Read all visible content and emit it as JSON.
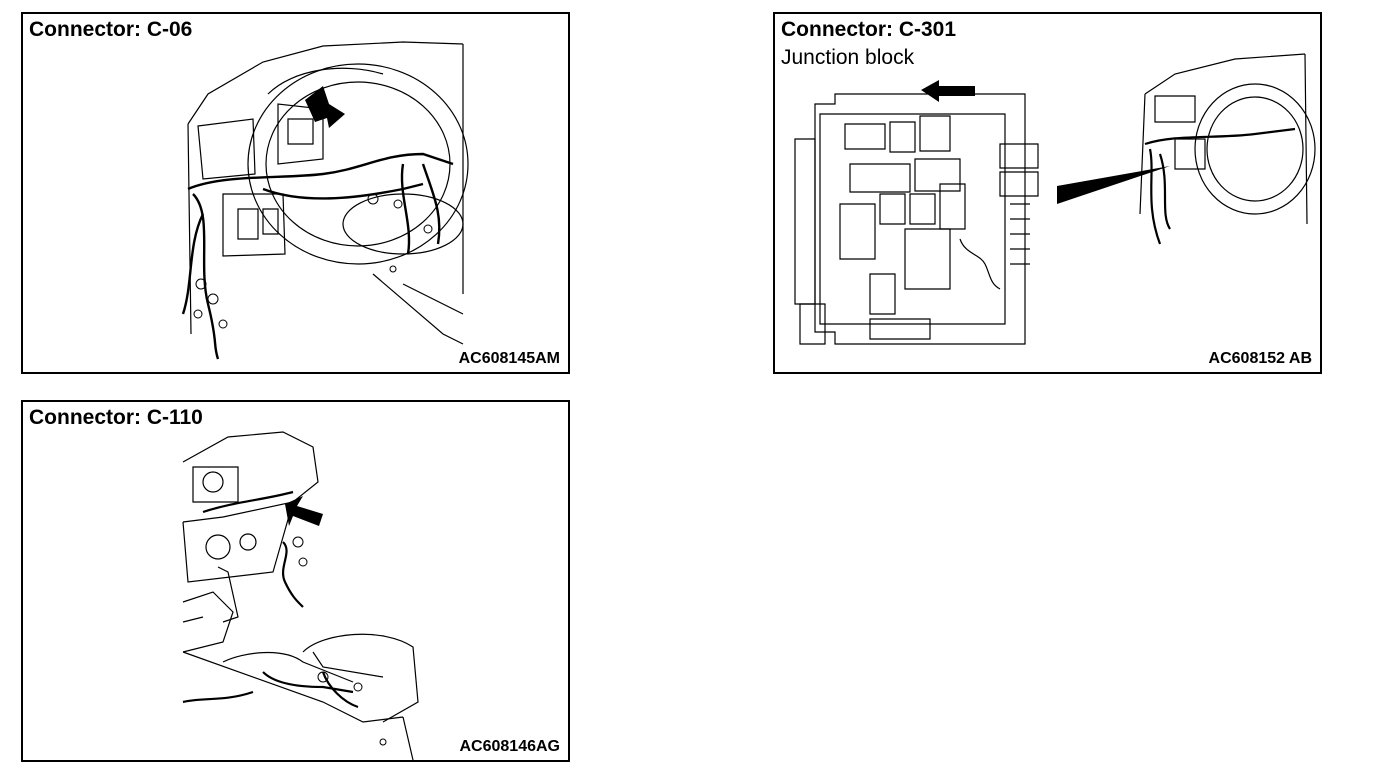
{
  "panels": [
    {
      "title": "Connector: C-06",
      "subtitle": "",
      "code": "AC608145AM",
      "arrow_icon": "arrow-icon"
    },
    {
      "title": "Connector: C-301",
      "subtitle": "Junction block",
      "code": "AC608152 AB",
      "arrow_icon": "arrow-icon"
    },
    {
      "title": "Connector: C-110",
      "subtitle": "",
      "code": "AC608146AG",
      "arrow_icon": "arrow-icon"
    }
  ],
  "colors": {
    "line": "#000000",
    "background": "#ffffff"
  }
}
